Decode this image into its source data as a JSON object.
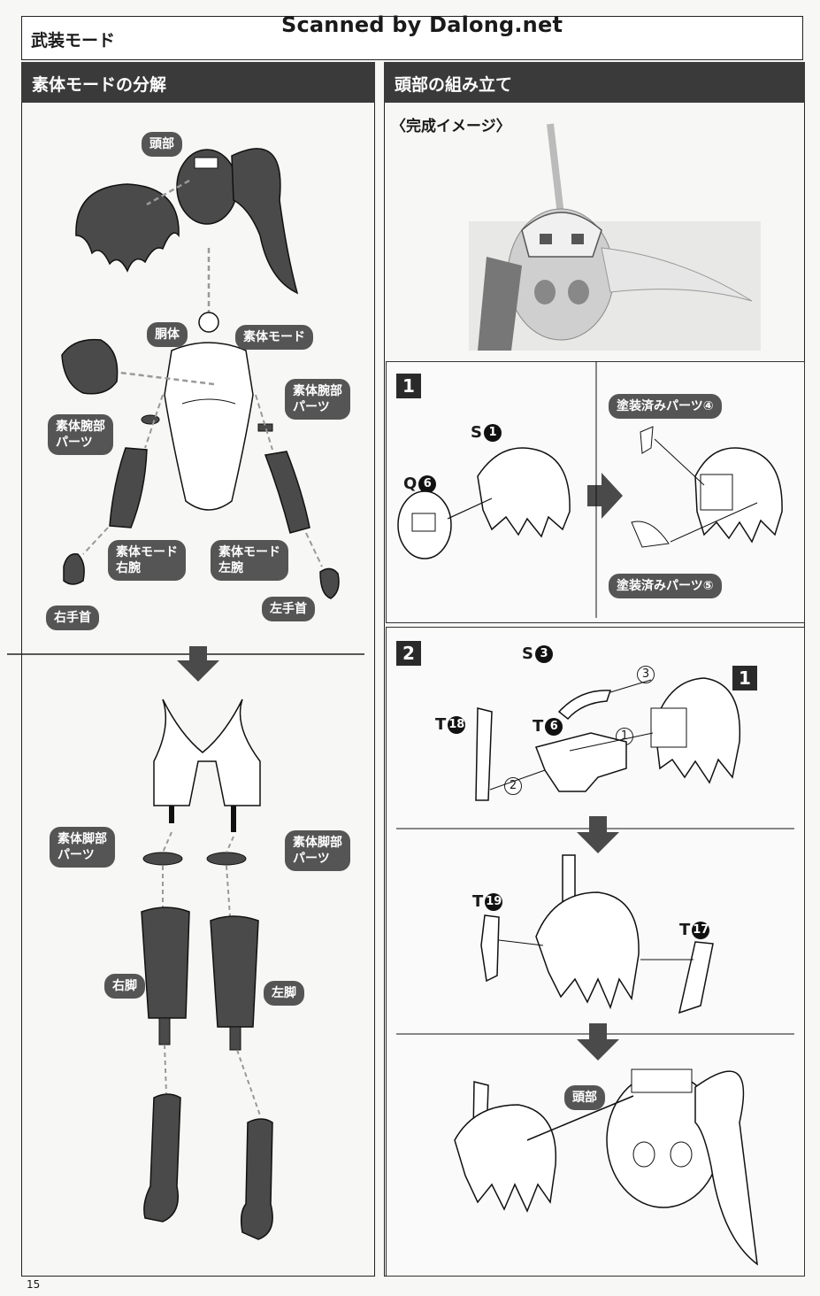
{
  "header": {
    "title": "武装モード",
    "watermark": "Scanned by Dalong.net"
  },
  "left": {
    "title": "素体モードの分解",
    "labels": {
      "head": "頭部",
      "torso": "胴体",
      "body_mode": "素体モード",
      "arm_parts_right": "素体腕部\nパーツ",
      "arm_parts_left": "素体腕部\nパーツ",
      "right_arm": "素体モード\n右腕",
      "left_arm": "素体モード\n左腕",
      "right_wrist": "右手首",
      "left_wrist": "左手首",
      "leg_parts_left": "素体脚部\nパーツ",
      "leg_parts_right": "素体脚部\nパーツ",
      "right_leg": "右脚",
      "left_leg": "左脚"
    }
  },
  "right": {
    "title": "頭部の組み立て",
    "completion": "〈完成イメージ〉",
    "step1": {
      "number": "1",
      "s_letter": "S",
      "s_num": "1",
      "q_letter": "Q",
      "q_num": "6",
      "painted4": "塗装済みパーツ④",
      "painted5": "塗装済みパーツ⑤"
    },
    "step2": {
      "number": "2",
      "s3_letter": "S",
      "s3_num": "3",
      "t18_letter": "T",
      "t18_num": "18",
      "t6_letter": "T",
      "t6_num": "6",
      "ref_step": "1",
      "order": [
        "1",
        "2",
        "3"
      ],
      "t19_letter": "T",
      "t19_num": "19",
      "t17_letter": "T",
      "t17_num": "17",
      "head_label": "頭部"
    }
  },
  "footer": {
    "page": "15"
  },
  "colors": {
    "dark_bar": "#3a3a3a",
    "part_fill": "#4a4a4a",
    "bubble": "#555555"
  }
}
